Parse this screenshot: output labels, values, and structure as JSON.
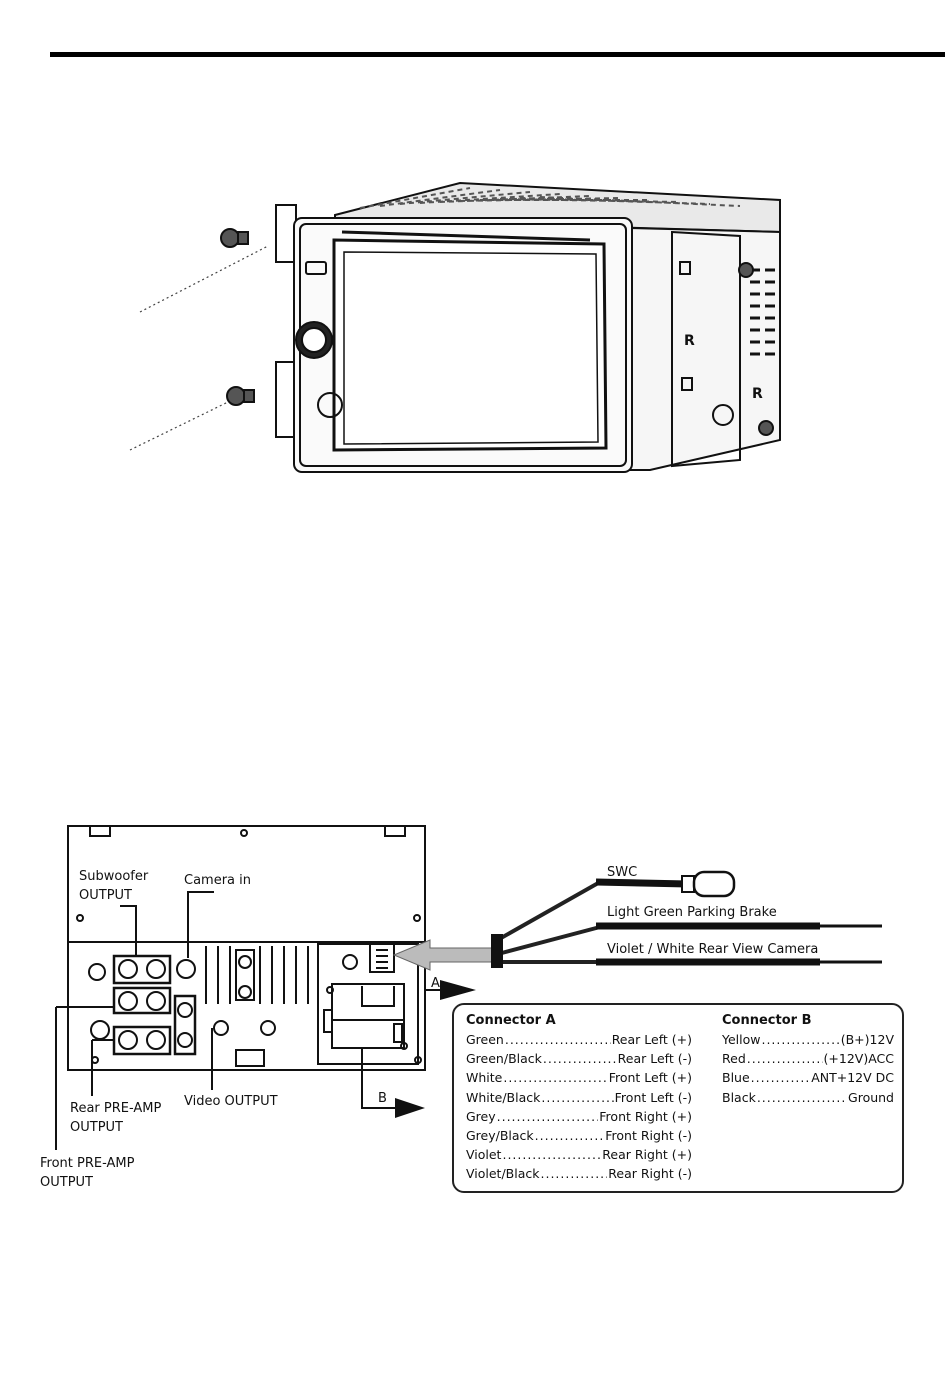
{
  "diagram": {
    "labels": {
      "subwoofer_output": [
        "Subwoofer",
        "OUTPUT"
      ],
      "camera_in": "Camera in",
      "rear_preamp_output": [
        "Rear PRE-AMP",
        "OUTPUT"
      ],
      "front_preamp_output": [
        "Front PRE-AMP",
        "OUTPUT"
      ],
      "video_output": "Video OUTPUT",
      "connector_a_marker": "A",
      "connector_b_marker": "B"
    },
    "cables": {
      "swc": "SWC",
      "parking_brake": "Light Green Parking Brake",
      "rear_view_camera": "Violet / White Rear View Camera"
    },
    "connector_a": {
      "title": "Connector A",
      "rows": [
        {
          "wire": "Green",
          "function": "Rear Left (+)"
        },
        {
          "wire": "Green/Black",
          "function": "Rear Left (-)"
        },
        {
          "wire": "White",
          "function": "Front Left (+)"
        },
        {
          "wire": "White/Black",
          "function": "Front Left (-)"
        },
        {
          "wire": "Grey",
          "function": "Front Right (+)"
        },
        {
          "wire": "Grey/Black",
          "function": "Front Right (-)"
        },
        {
          "wire": "Violet",
          "function": "Rear Right (+)"
        },
        {
          "wire": "Violet/Black",
          "function": "Rear Right (-)"
        }
      ]
    },
    "connector_b": {
      "title": "Connector B",
      "rows": [
        {
          "wire": "Yellow",
          "function": "(B+)12V"
        },
        {
          "wire": "Red",
          "function": "(+12V)ACC"
        },
        {
          "wire": "Blue",
          "function": "ANT+12V DC"
        },
        {
          "wire": "Black",
          "function": "Ground"
        }
      ]
    }
  }
}
